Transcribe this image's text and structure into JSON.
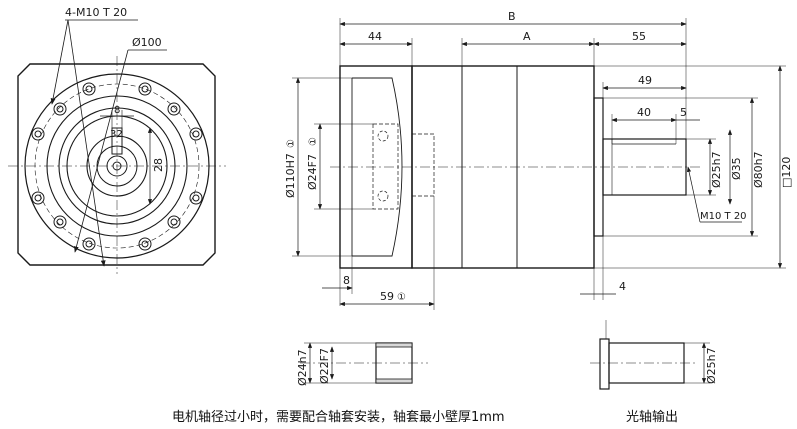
{
  "front_view": {
    "bolt_note": "4-M10 T 20",
    "pcd": "Ø100",
    "key_width": "8",
    "key_depth": "28",
    "center_mark": "32"
  },
  "side_view": {
    "overall_length": "B",
    "input_length": "44",
    "body_length": "A",
    "output_length": "55",
    "shaft_length": "49",
    "key_length": "40",
    "key_offset": "5",
    "pilot_input": "Ø110H7",
    "pilot_input_note": "①",
    "input_bore": "Ø24F7",
    "input_bore_note": "①",
    "shaft_dia": "Ø25h7",
    "shaft_shoulder": "Ø35",
    "output_pilot": "Ø80h7",
    "flange_size": "□120",
    "tapped_hole": "M10 T 20",
    "flange_thk": "8",
    "input_depth": "59",
    "input_depth_note": "①",
    "shoulder_thk": "4"
  },
  "bushing": {
    "od": "Ø24h7",
    "id": "Ø22F7",
    "caption": "电机轴径过小时，需要配合轴套安装，轴套最小壁厚1mm"
  },
  "plain_shaft": {
    "dia": "Ø25h7",
    "caption": "光轴输出"
  }
}
